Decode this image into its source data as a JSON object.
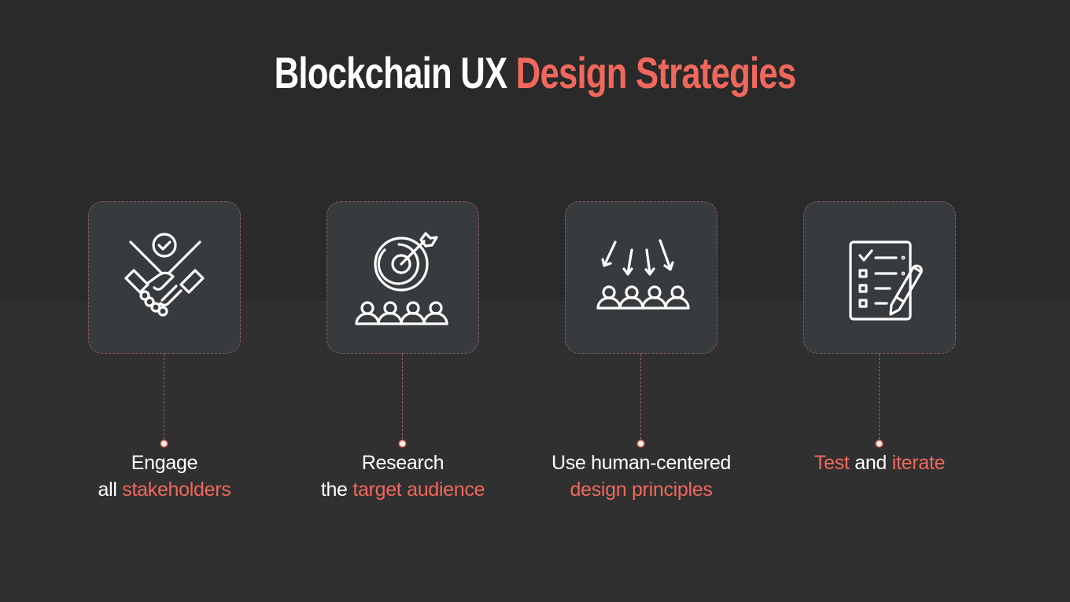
{
  "title": {
    "part1": "Blockchain UX",
    "part2": "Design Strategies"
  },
  "colors": {
    "accent": "#f0685c",
    "text": "#ffffff",
    "background_top": "#2a2a2a",
    "background_bottom": "#303030",
    "card": "#383b3e",
    "card_border": "#8a5a5e"
  },
  "steps": [
    {
      "icon": "handshake-check-icon",
      "line1": [
        {
          "text": "Engage",
          "accent": false
        }
      ],
      "line2": [
        {
          "text": "all ",
          "accent": false
        },
        {
          "text": "stakeholders",
          "accent": true
        }
      ]
    },
    {
      "icon": "target-audience-icon",
      "line1": [
        {
          "text": "Research",
          "accent": false
        }
      ],
      "line2": [
        {
          "text": "the ",
          "accent": false
        },
        {
          "text": "target audience",
          "accent": true
        }
      ]
    },
    {
      "icon": "human-centered-icon",
      "line1": [
        {
          "text": "Use human-centered",
          "accent": false
        }
      ],
      "line2": [
        {
          "text": "design principles",
          "accent": true
        }
      ]
    },
    {
      "icon": "checklist-pencil-icon",
      "line1": [
        {
          "text": "Test",
          "accent": true
        },
        {
          "text": " and ",
          "accent": false
        },
        {
          "text": "iterate",
          "accent": true
        }
      ],
      "line2": []
    }
  ]
}
